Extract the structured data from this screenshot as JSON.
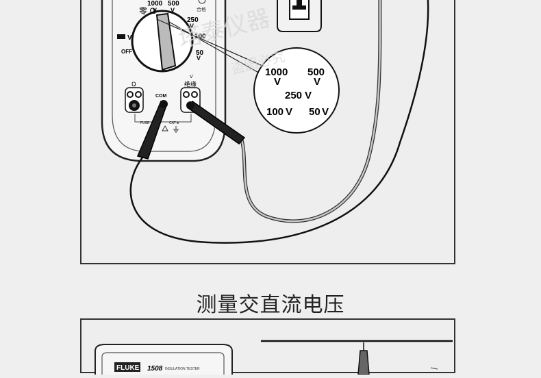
{
  "meter": {
    "dial": {
      "zero_ohm": "零 Ω",
      "r1000": "1000",
      "r500": "500",
      "r250": "250",
      "r100": "100",
      "r50": "50",
      "unit_v": "V",
      "off": "OFF",
      "pass_label": "合格"
    },
    "jacks": {
      "ohm": "Ω",
      "com": "COM",
      "v": "V",
      "insulation": "绝缘",
      "fuse": "FUSE",
      "cat": "CAT Ⅲ"
    }
  },
  "zoom": {
    "r1000": "1000",
    "r500": "500",
    "r250": "250",
    "r100": "100",
    "r50": "50",
    "unit": "V"
  },
  "watermark": {
    "line1": "塔泰仪器",
    "line2": "盗图必究"
  },
  "caption": "测量交直流电压",
  "bottom": {
    "brand": "FLUKE",
    "model": "1508",
    "model_desc": "INSULATION TESTER"
  }
}
